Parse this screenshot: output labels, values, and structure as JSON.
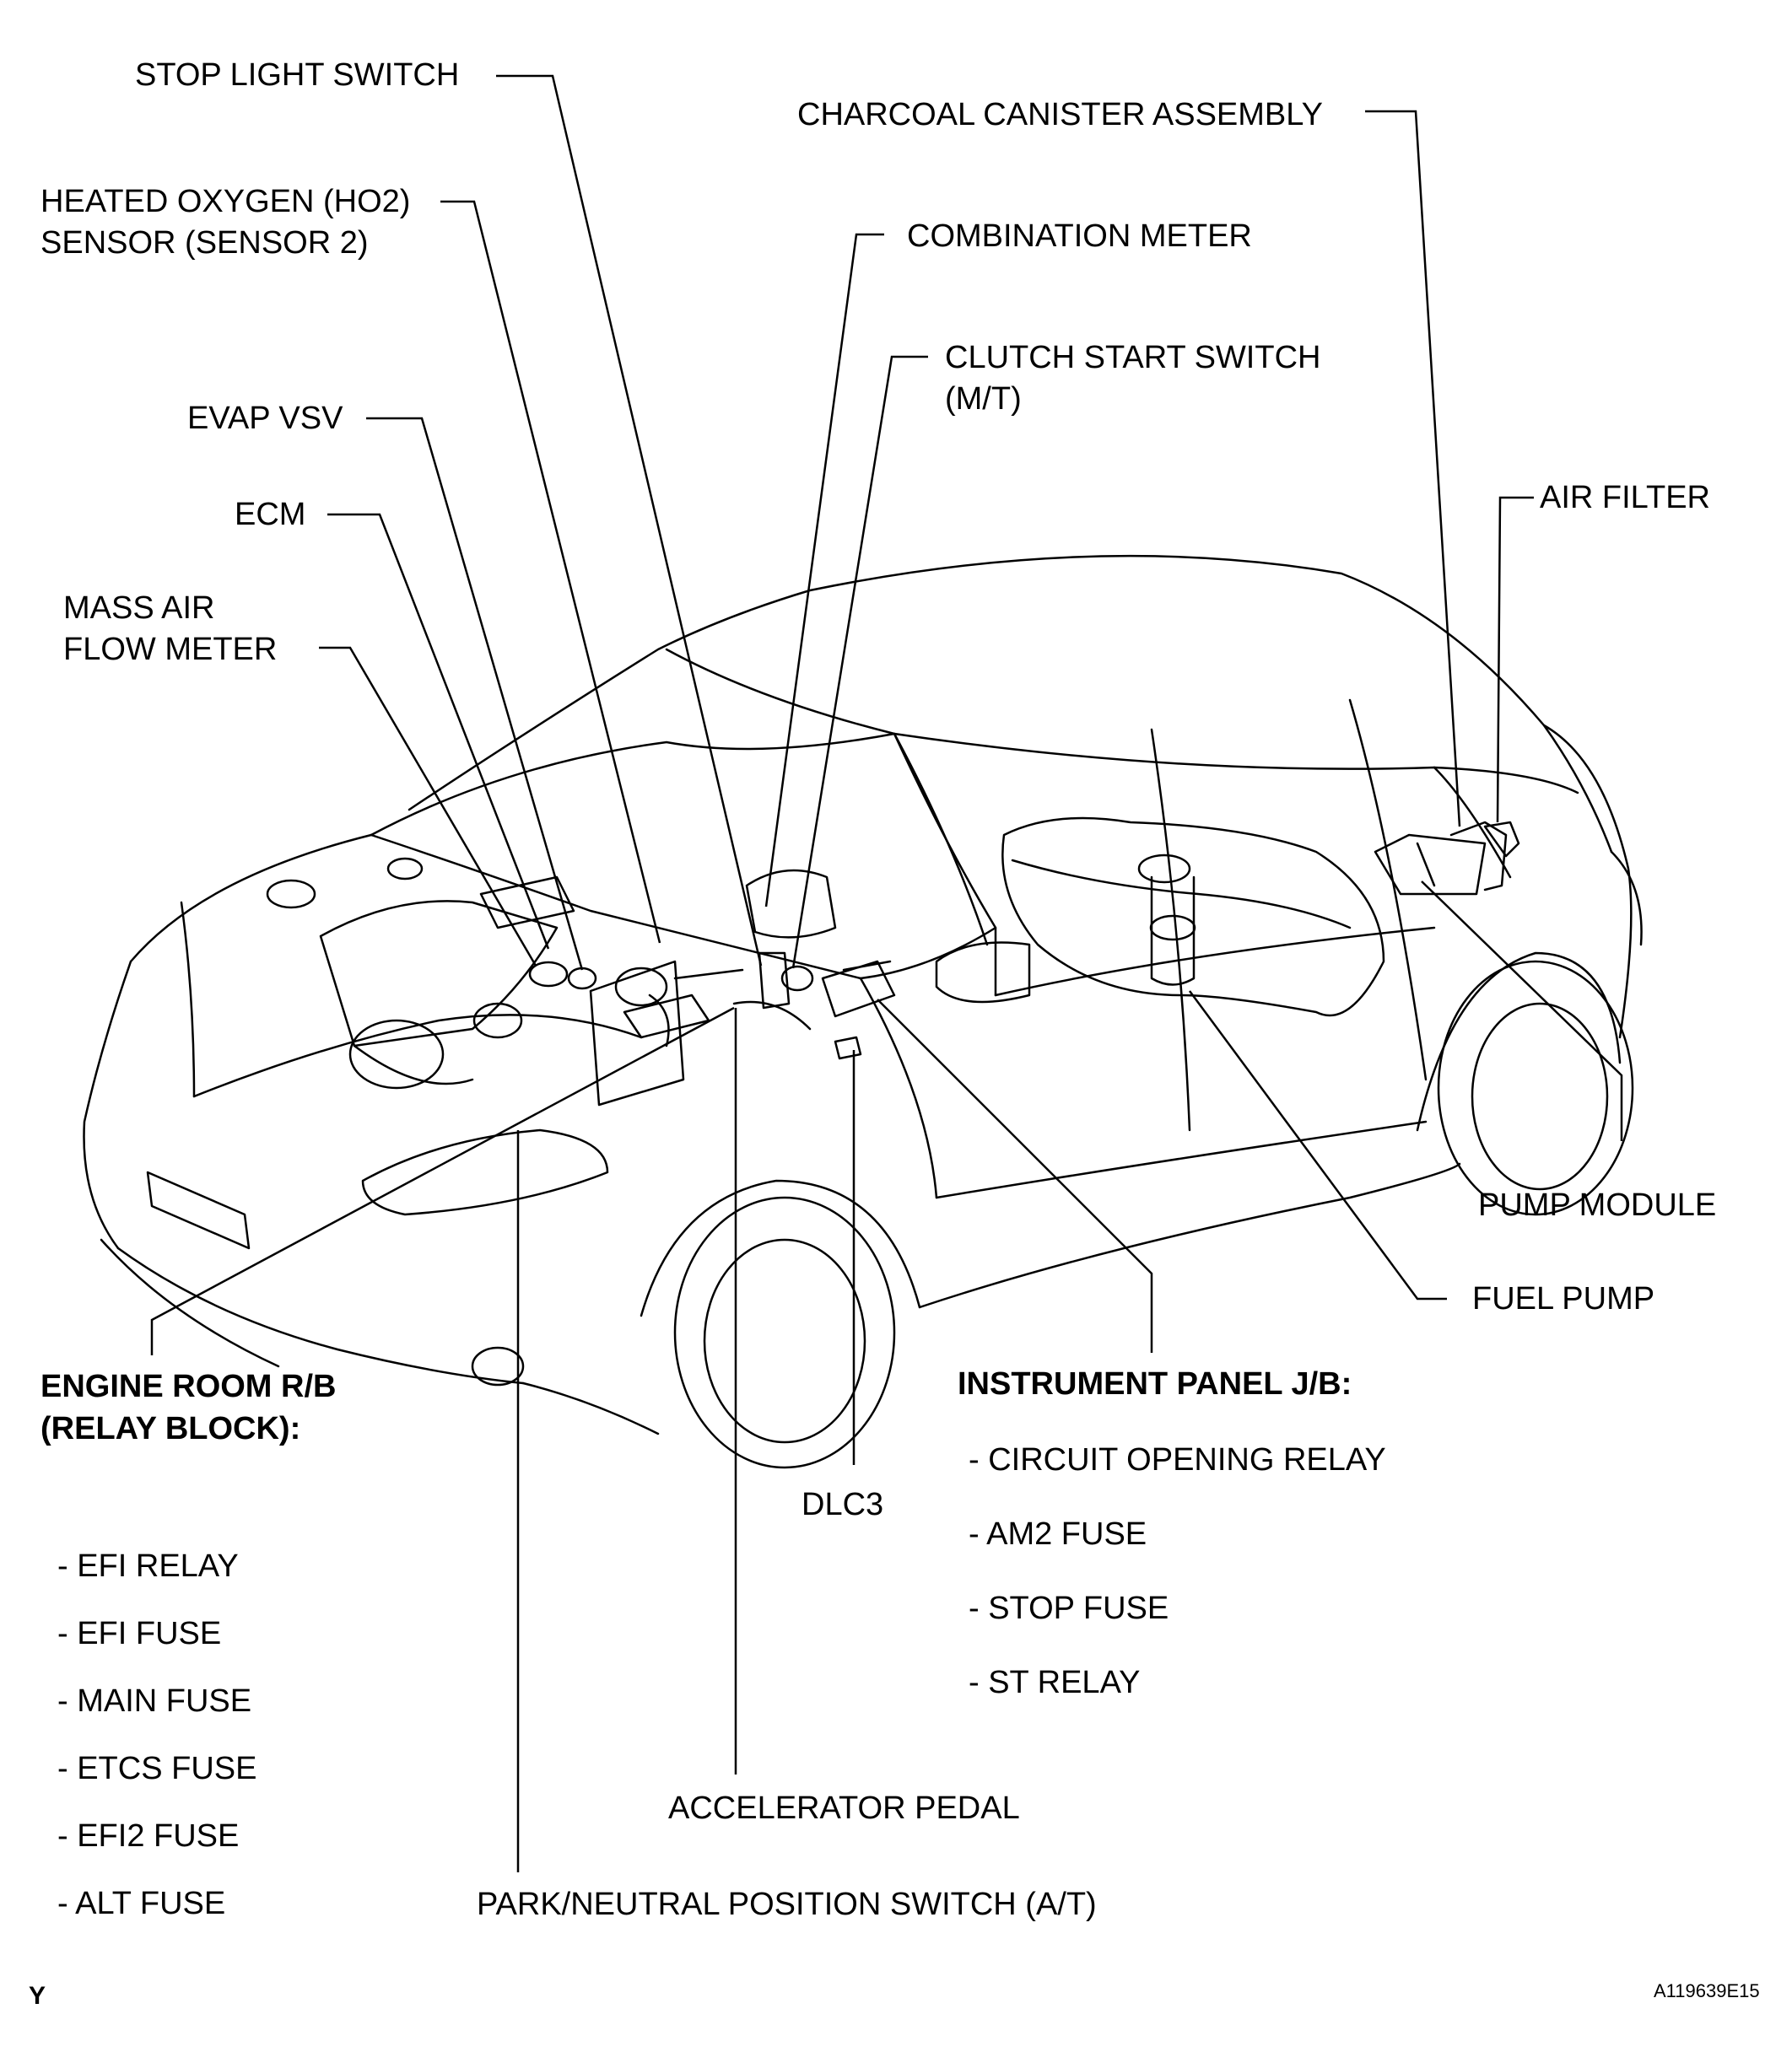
{
  "labels": {
    "stop_light_switch": "STOP LIGHT SWITCH",
    "charcoal_canister": "CHARCOAL CANISTER ASSEMBLY",
    "ho2_line1": "HEATED OXYGEN (HO2)",
    "ho2_line2": "SENSOR (SENSOR 2)",
    "combination_meter": "COMBINATION METER",
    "clutch_line1": "CLUTCH START SWITCH",
    "clutch_line2": "(M/T)",
    "evap_vsv": "EVAP VSV",
    "air_filter": "AIR FILTER",
    "ecm": "ECM",
    "maf_line1": "MASS AIR",
    "maf_line2": "FLOW METER",
    "pump_module": "PUMP MODULE",
    "fuel_pump": "FUEL PUMP",
    "engine_rb_line1": "ENGINE ROOM R/B",
    "engine_rb_line2": "(RELAY BLOCK):",
    "instrument_jb": "INSTRUMENT PANEL J/B:",
    "dlc3": "DLC3",
    "accelerator_pedal": "ACCELERATOR PEDAL",
    "park_neutral": "PARK/NEUTRAL POSITION SWITCH (A/T)"
  },
  "engine_room_items": [
    "- EFI RELAY",
    "- EFI FUSE",
    "- MAIN FUSE",
    "- ETCS FUSE",
    "- EFI2 FUSE",
    "- ALT FUSE"
  ],
  "instrument_panel_items": [
    "- CIRCUIT OPENING RELAY",
    "- AM2 FUSE",
    "- STOP FUSE",
    "- ST RELAY"
  ],
  "corner_mark": "Y",
  "figure_code": "A119639E15"
}
